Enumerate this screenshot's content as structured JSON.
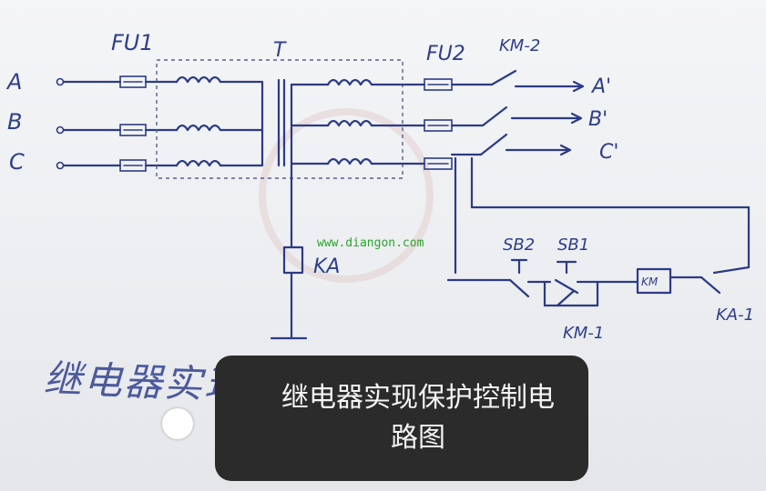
{
  "labels": {
    "phase_a": "A",
    "phase_b": "B",
    "phase_c": "C",
    "fu1": "FU1",
    "t": "T",
    "fu2": "FU2",
    "km2": "KM-2",
    "out_a": "A'",
    "out_b": "B'",
    "out_c": "C'",
    "ka": "KA",
    "sb2": "SB2",
    "sb1": "SB1",
    "km_coil": "KM",
    "km1": "KM-1",
    "ka1": "KA-1"
  },
  "watermark": "www.diangon.com",
  "handwritten_title": "继电器实现保护控制电路图",
  "caption": {
    "text": "继电器实现保护控制电路图"
  },
  "colors": {
    "ink": "#2c3b86",
    "caption_bg": "#2b2b2c",
    "watermark": "#2aa52a"
  }
}
